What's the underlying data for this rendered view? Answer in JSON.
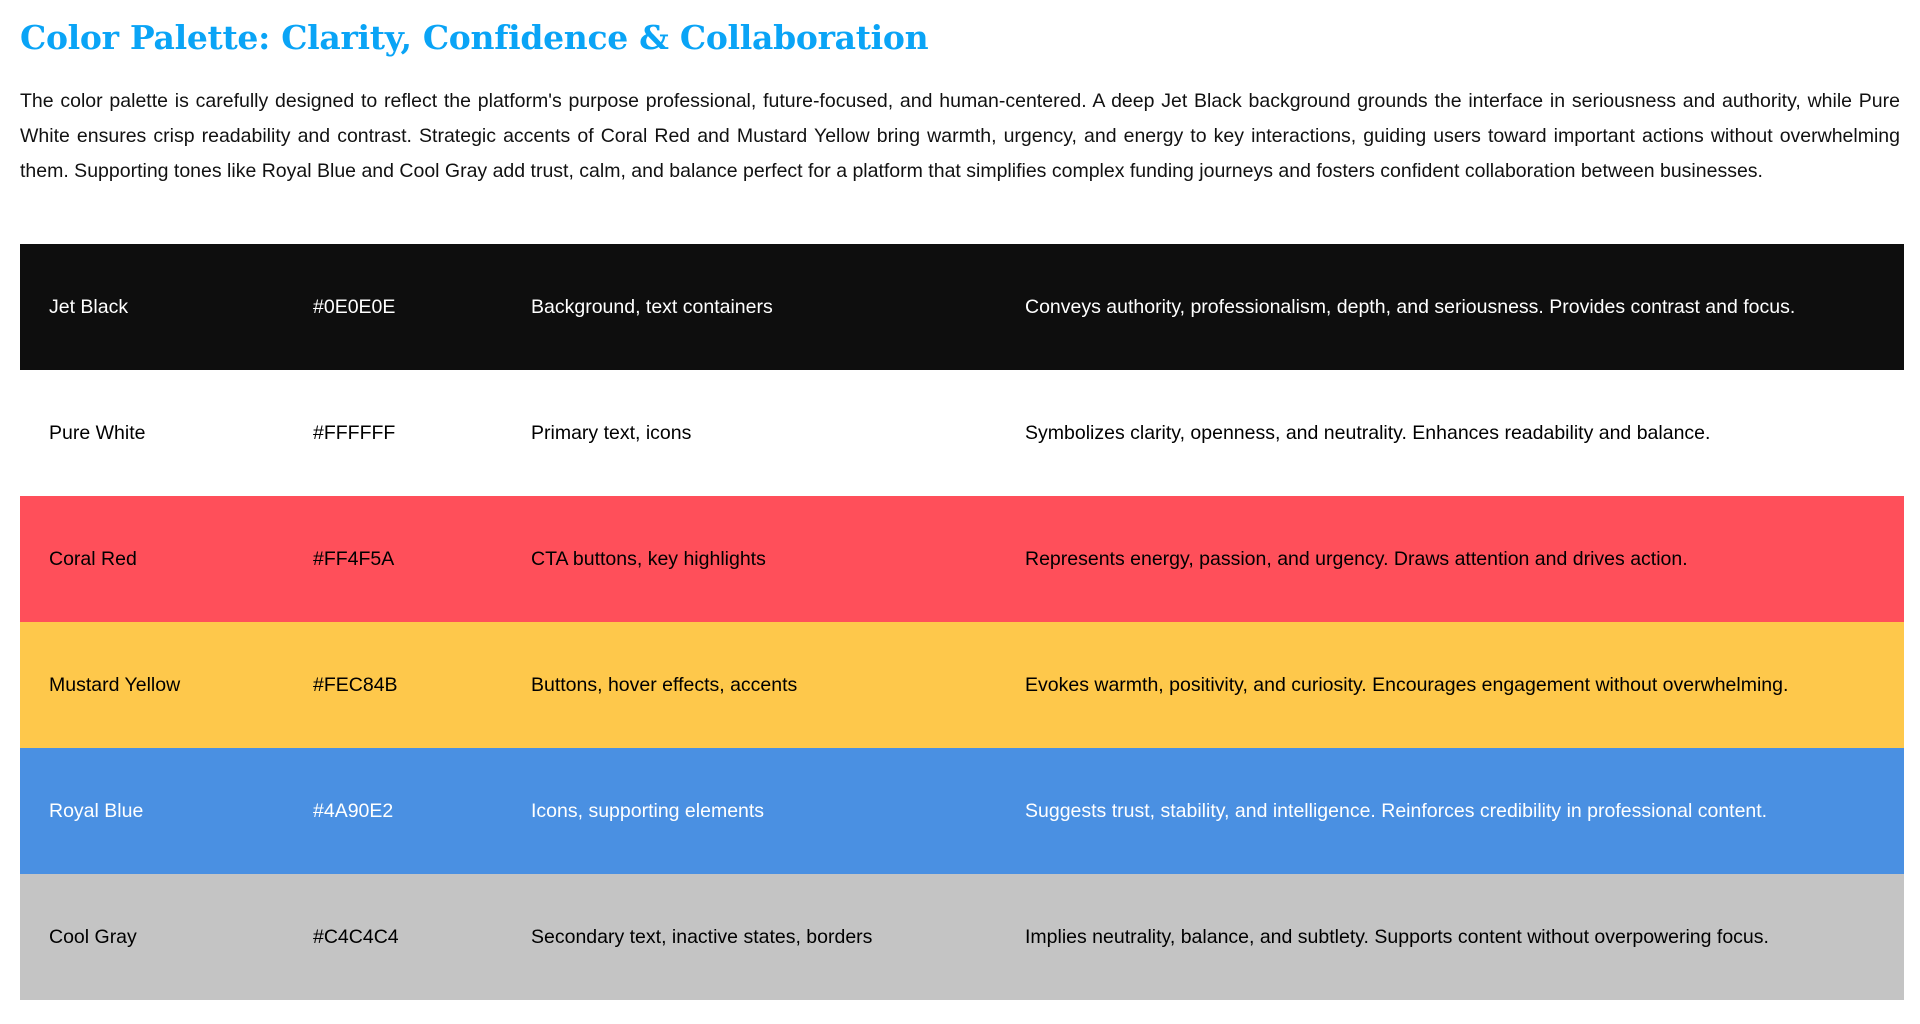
{
  "title": "Color Palette: Clarity, Confidence & Collaboration",
  "intro": "The color palette is carefully designed to reflect the platform's purpose professional, future-focused, and human-centered. A deep Jet Black background grounds the interface in seriousness and authority, while Pure White ensures crisp readability and contrast. Strategic accents of Coral Red and Mustard Yellow bring warmth, urgency, and energy to key interactions, guiding users toward important actions without overwhelming them. Supporting tones like Royal Blue and Cool Gray add trust, calm, and balance perfect for a platform that simplifies complex funding journeys and fosters confident collaboration between businesses.",
  "palette": [
    {
      "name": "Jet Black",
      "hex": "#0E0E0E",
      "usage": "Background, text containers",
      "description": "Conveys authority, professionalism, depth, and seriousness. Provides contrast and focus.",
      "bg": "#0e0e0e",
      "fg": "#ffffff"
    },
    {
      "name": "Pure White",
      "hex": "#FFFFFF",
      "usage": "Primary text, icons",
      "description": "Symbolizes clarity, openness, and neutrality. Enhances readability and balance.",
      "bg": "#ffffff",
      "fg": "#000000"
    },
    {
      "name": "Coral Red",
      "hex": "#FF4F5A",
      "usage": "CTA buttons, key highlights",
      "description": "Represents energy, passion, and urgency. Draws attention and drives action.",
      "bg": "#ff4f5a",
      "fg": "#000000"
    },
    {
      "name": "Mustard Yellow",
      "hex": "#FEC84B",
      "usage": "Buttons, hover effects, accents",
      "description": "Evokes warmth, positivity, and curiosity. Encourages engagement without overwhelming.",
      "bg": "#fec84b",
      "fg": "#000000"
    },
    {
      "name": "Royal Blue",
      "hex": "#4A90E2",
      "usage": "Icons, supporting elements",
      "description": "Suggests trust, stability, and intelligence. Reinforces credibility in professional content.",
      "bg": "#4a90e2",
      "fg": "#ffffff"
    },
    {
      "name": "Cool Gray",
      "hex": "#C4C4C4",
      "usage": "Secondary text, inactive states, borders",
      "description": "Implies neutrality, balance, and subtlety. Supports content without overpowering focus.",
      "bg": "#c4c4c4",
      "fg": "#000000"
    }
  ]
}
